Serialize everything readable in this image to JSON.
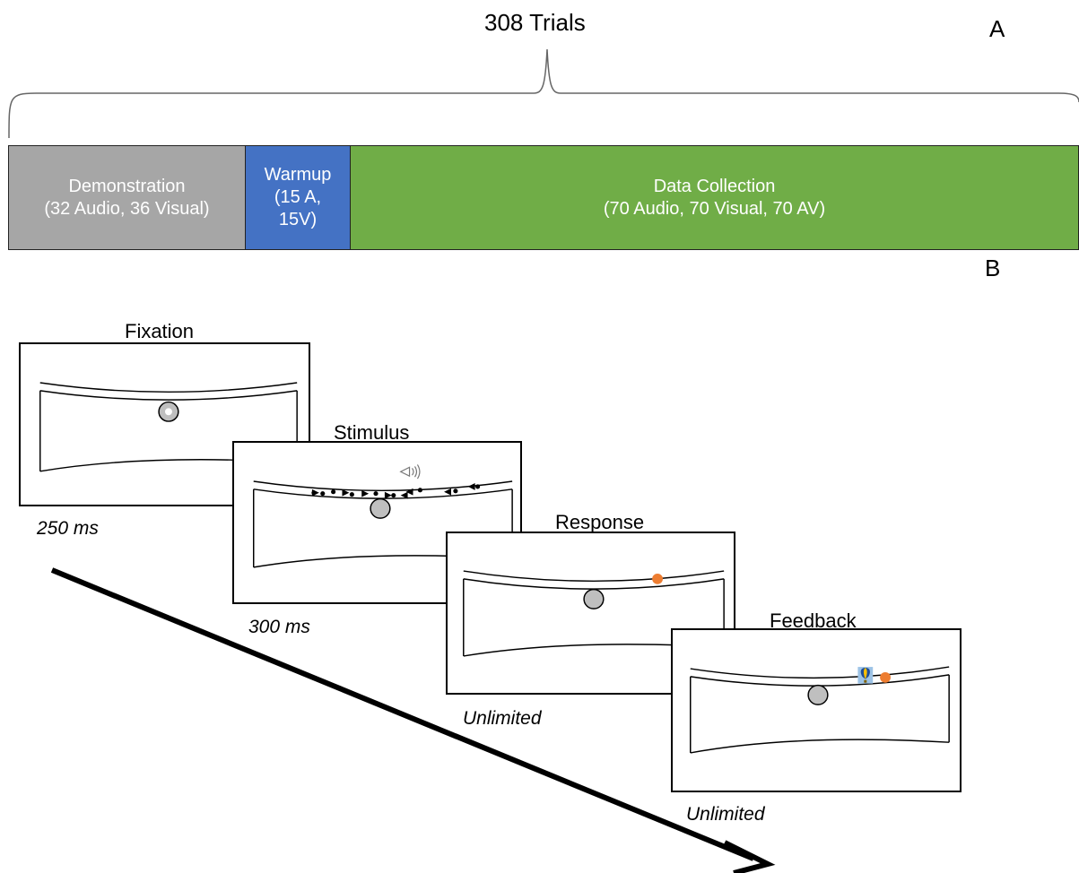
{
  "panel_a": {
    "letter": "A",
    "total_label": "308 Trials",
    "phases": [
      {
        "line1": "Demonstration",
        "line2": "(32 Audio, 36 Visual)",
        "line3": "",
        "color": "#a6a6a6"
      },
      {
        "line1": "Warmup",
        "line2": "(15 A,",
        "line3": "15V)",
        "color": "#4472c4"
      },
      {
        "line1": "Data Collection",
        "line2": "(70 Audio, 70 Visual, 70 AV)",
        "line3": "",
        "color": "#70ad47"
      }
    ]
  },
  "panel_b": {
    "letter": "B",
    "steps": [
      {
        "label": "Fixation",
        "duration": "250 ms"
      },
      {
        "label": "Stimulus",
        "duration": "300 ms"
      },
      {
        "label": "Response",
        "duration": "Unlimited"
      },
      {
        "label": "Feedback",
        "duration": "Unlimited"
      }
    ],
    "colors": {
      "fixation_dot": "#c0c0c0",
      "response_marker": "#ed7d31",
      "feedback_highlight": "#9dc3e6"
    }
  }
}
